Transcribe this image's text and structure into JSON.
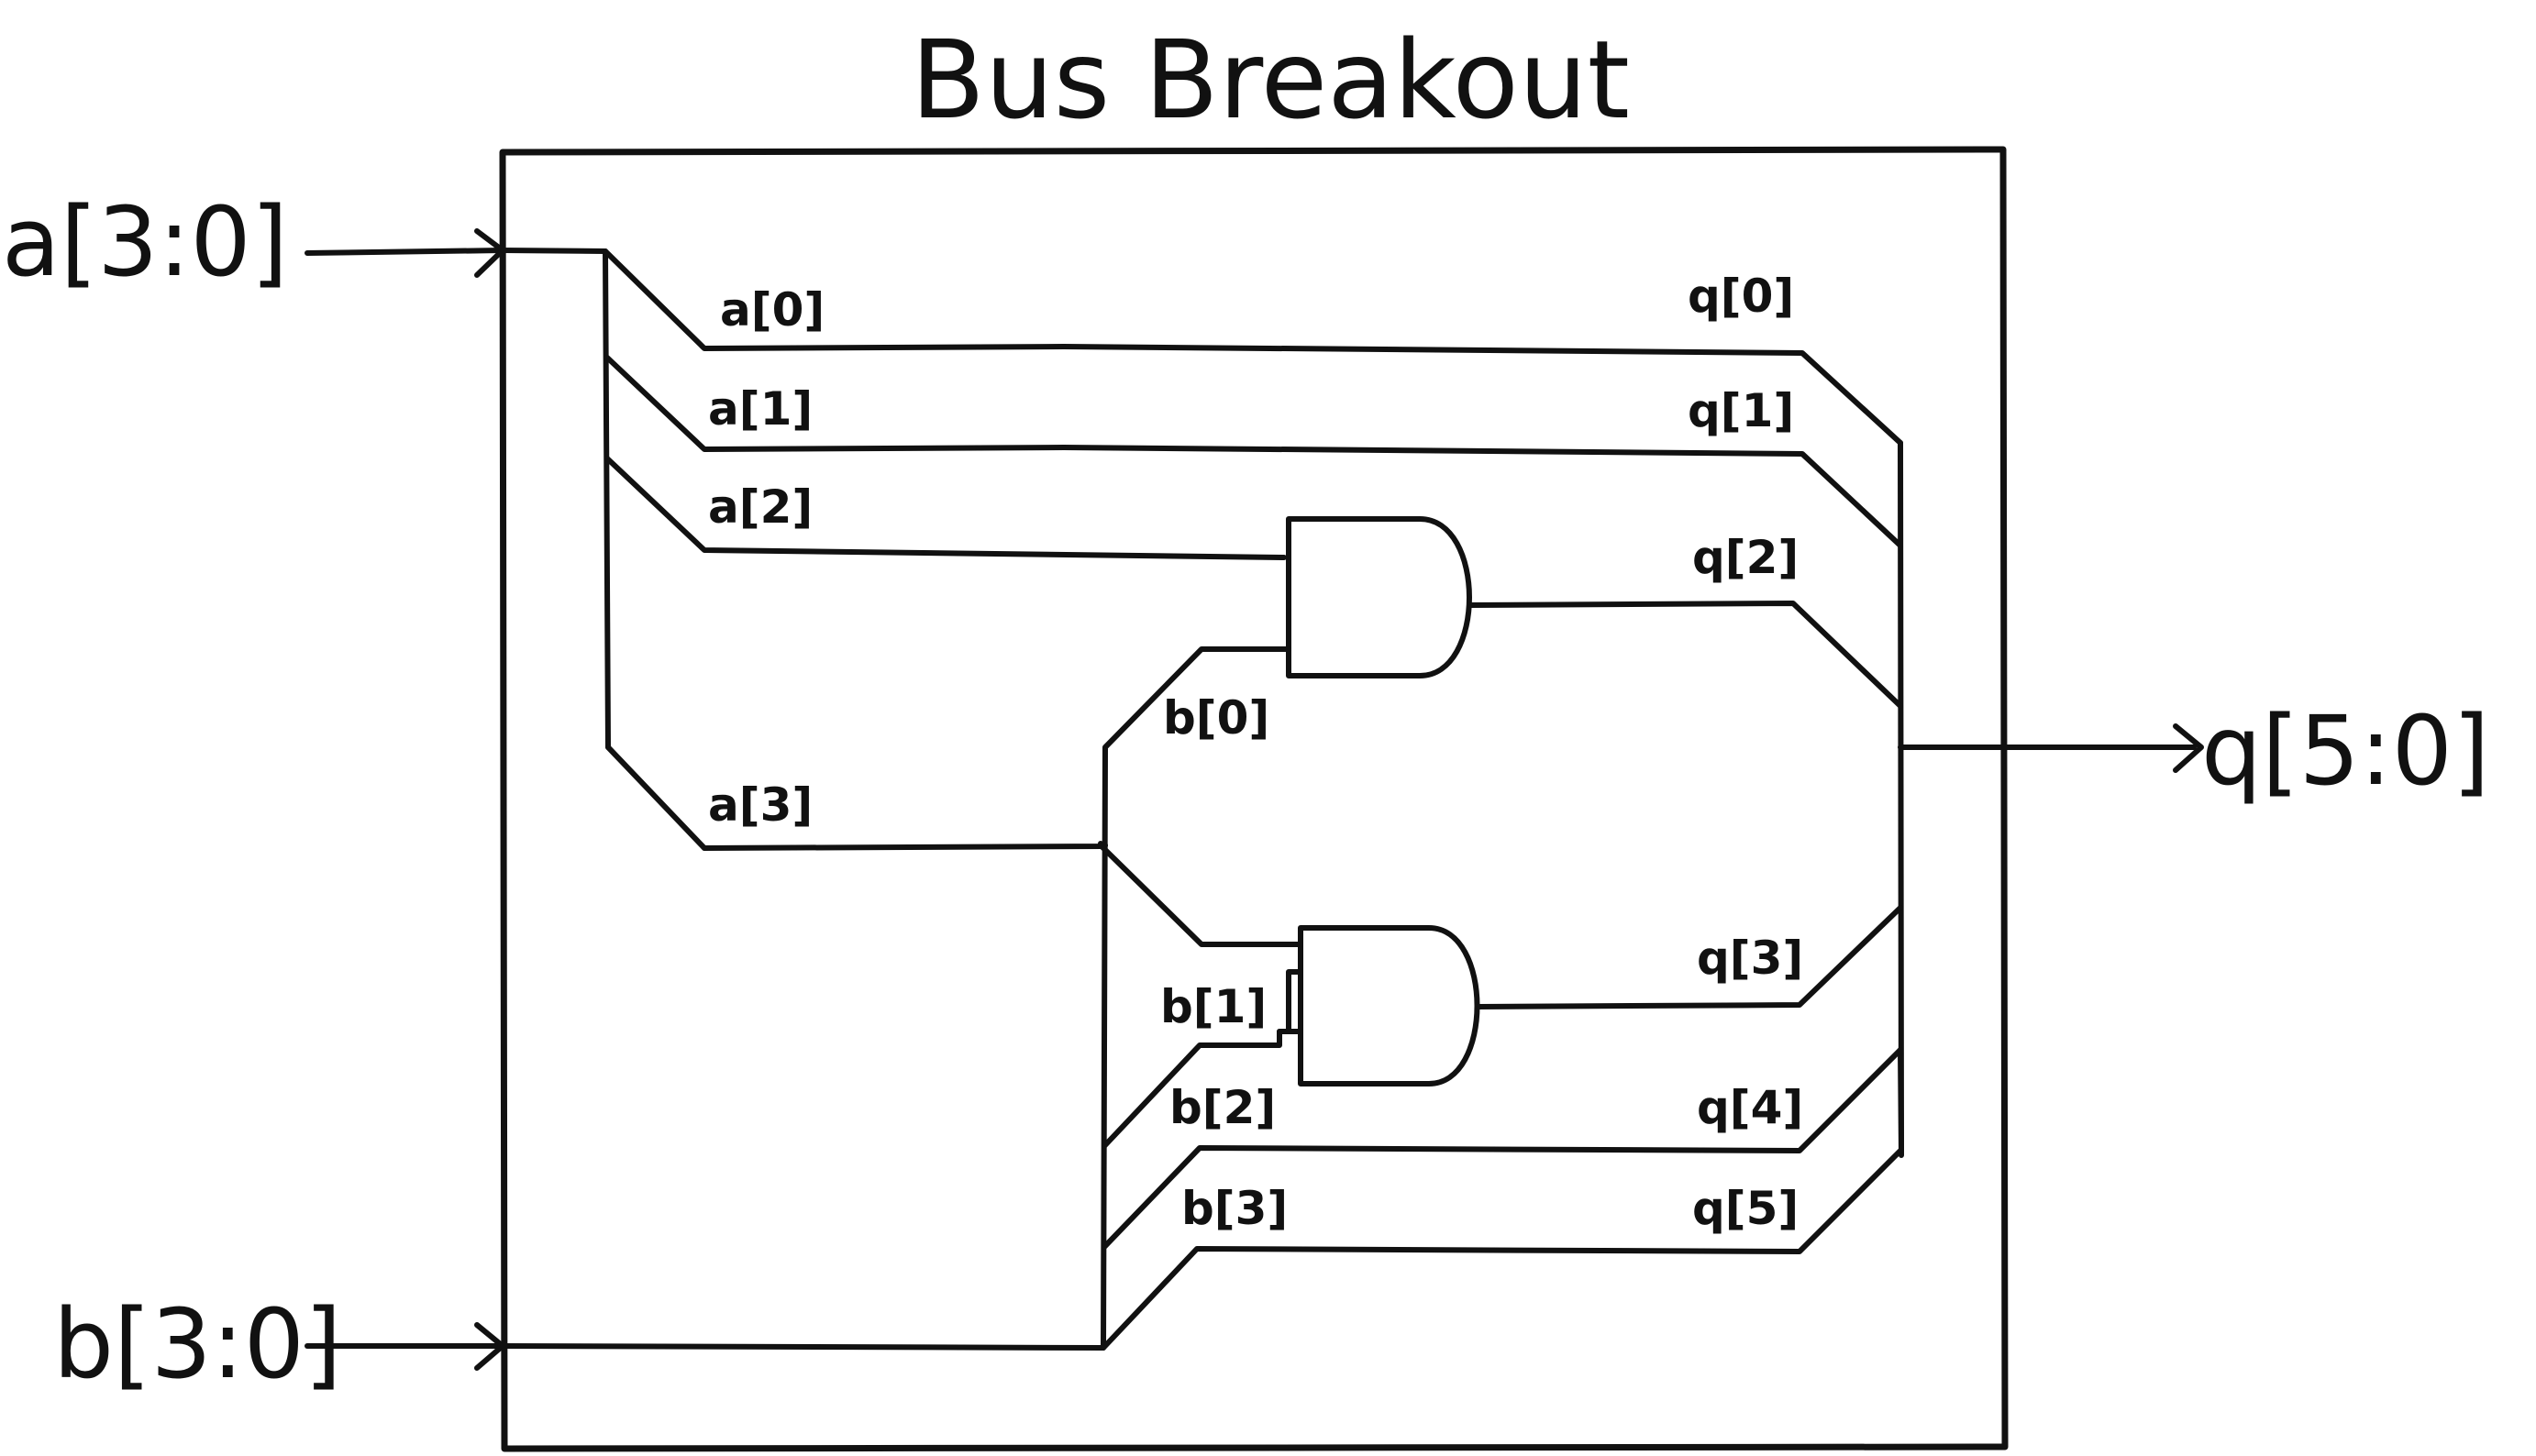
{
  "title": "Bus Breakout",
  "ports": {
    "input_a": "a[3:0]",
    "input_b": "b[3:0]",
    "output_q": "q[5:0]"
  },
  "signals": {
    "a0": "a[0]",
    "a1": "a[1]",
    "a2": "a[2]",
    "a3": "a[3]",
    "b0": "b[0]",
    "b1": "b[1]",
    "b2": "b[2]",
    "b3": "b[3]",
    "q0": "q[0]",
    "q1": "q[1]",
    "q2": "q[2]",
    "q3": "q[3]",
    "q4": "q[4]",
    "q5": "q[5]"
  },
  "gates": [
    {
      "type": "AND",
      "inputs": [
        "a[2]",
        "b[0]"
      ],
      "output": "q[2]"
    },
    {
      "type": "AND",
      "inputs": [
        "a[3]",
        "b[1]"
      ],
      "output": "q[3]"
    }
  ],
  "pass_through": [
    {
      "from": "a[0]",
      "to": "q[0]"
    },
    {
      "from": "a[1]",
      "to": "q[1]"
    },
    {
      "from": "b[2]",
      "to": "q[4]"
    },
    {
      "from": "b[3]",
      "to": "q[5]"
    }
  ],
  "colors": {
    "ink": "#111111",
    "background": "#ffffff"
  }
}
